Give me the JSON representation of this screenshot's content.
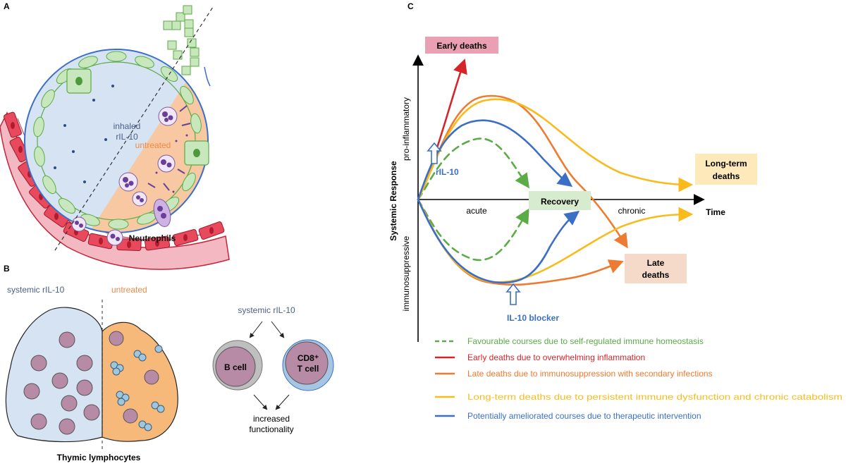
{
  "colors": {
    "green": "#5bab47",
    "red": "#d4252b",
    "orange": "#ee7b31",
    "yellow": "#f9bb1c",
    "blue": "#3b6fc7",
    "lightblue": "#d5e3f3",
    "peach": "#f7c8a1",
    "tissue": "#e8495c",
    "early_box": "#eaa0b2",
    "recovery_box": "#d7ebcf",
    "longterm_box": "#fde9b9",
    "late_box": "#f6dac9",
    "label_blue": "#4b5f86",
    "label_orange": "#ee8a4a"
  },
  "panelA": {
    "letter": "A",
    "inhaled": [
      "inhaled",
      "rIL-10"
    ],
    "untreated": "untreated",
    "neutrophils": "Neutrophils"
  },
  "panelB": {
    "letter": "B",
    "systemic": "systemic rIL-10",
    "untreated": "untreated",
    "thymic": "Thymic lymphocytes",
    "systemic_top": "systemic rIL-10",
    "bcell": "B cell",
    "cd8_1": "CD8⁺",
    "cd8_2": "T cell",
    "increased": [
      "increased",
      "functionality"
    ]
  },
  "panelC": {
    "letter": "C",
    "ylabel": "Systemic Response",
    "pro": "pro-inflammatory",
    "immuno": "immunosuppressive",
    "acute": "acute",
    "chronic": "chronic",
    "time": "Time",
    "early_deaths": "Early deaths",
    "recovery": "Recovery",
    "longterm": [
      "Long-term",
      "deaths"
    ],
    "late": [
      "Late",
      "deaths"
    ],
    "ril10": "rIL-10",
    "blocker": "IL-10 blocker",
    "legend": [
      {
        "text": "Favourable courses due to self-regulated immune homeostasis",
        "color": "#5bab47",
        "dashed": true
      },
      {
        "text": "Early deaths due to overwhelming inflammation",
        "color": "#d4252b",
        "dashed": false
      },
      {
        "text": "Late deaths due to immunosuppression with secondary infections",
        "color": "#ee7b31",
        "dashed": false
      },
      {
        "text": "Long-term deaths due to persistent immune dysfunction and chronic catabolism",
        "color": "#f9bb1c",
        "dashed": false
      },
      {
        "text": "Potentially ameliorated courses due to therapeutic intervention",
        "color": "#3b6fc7",
        "dashed": false
      }
    ]
  }
}
